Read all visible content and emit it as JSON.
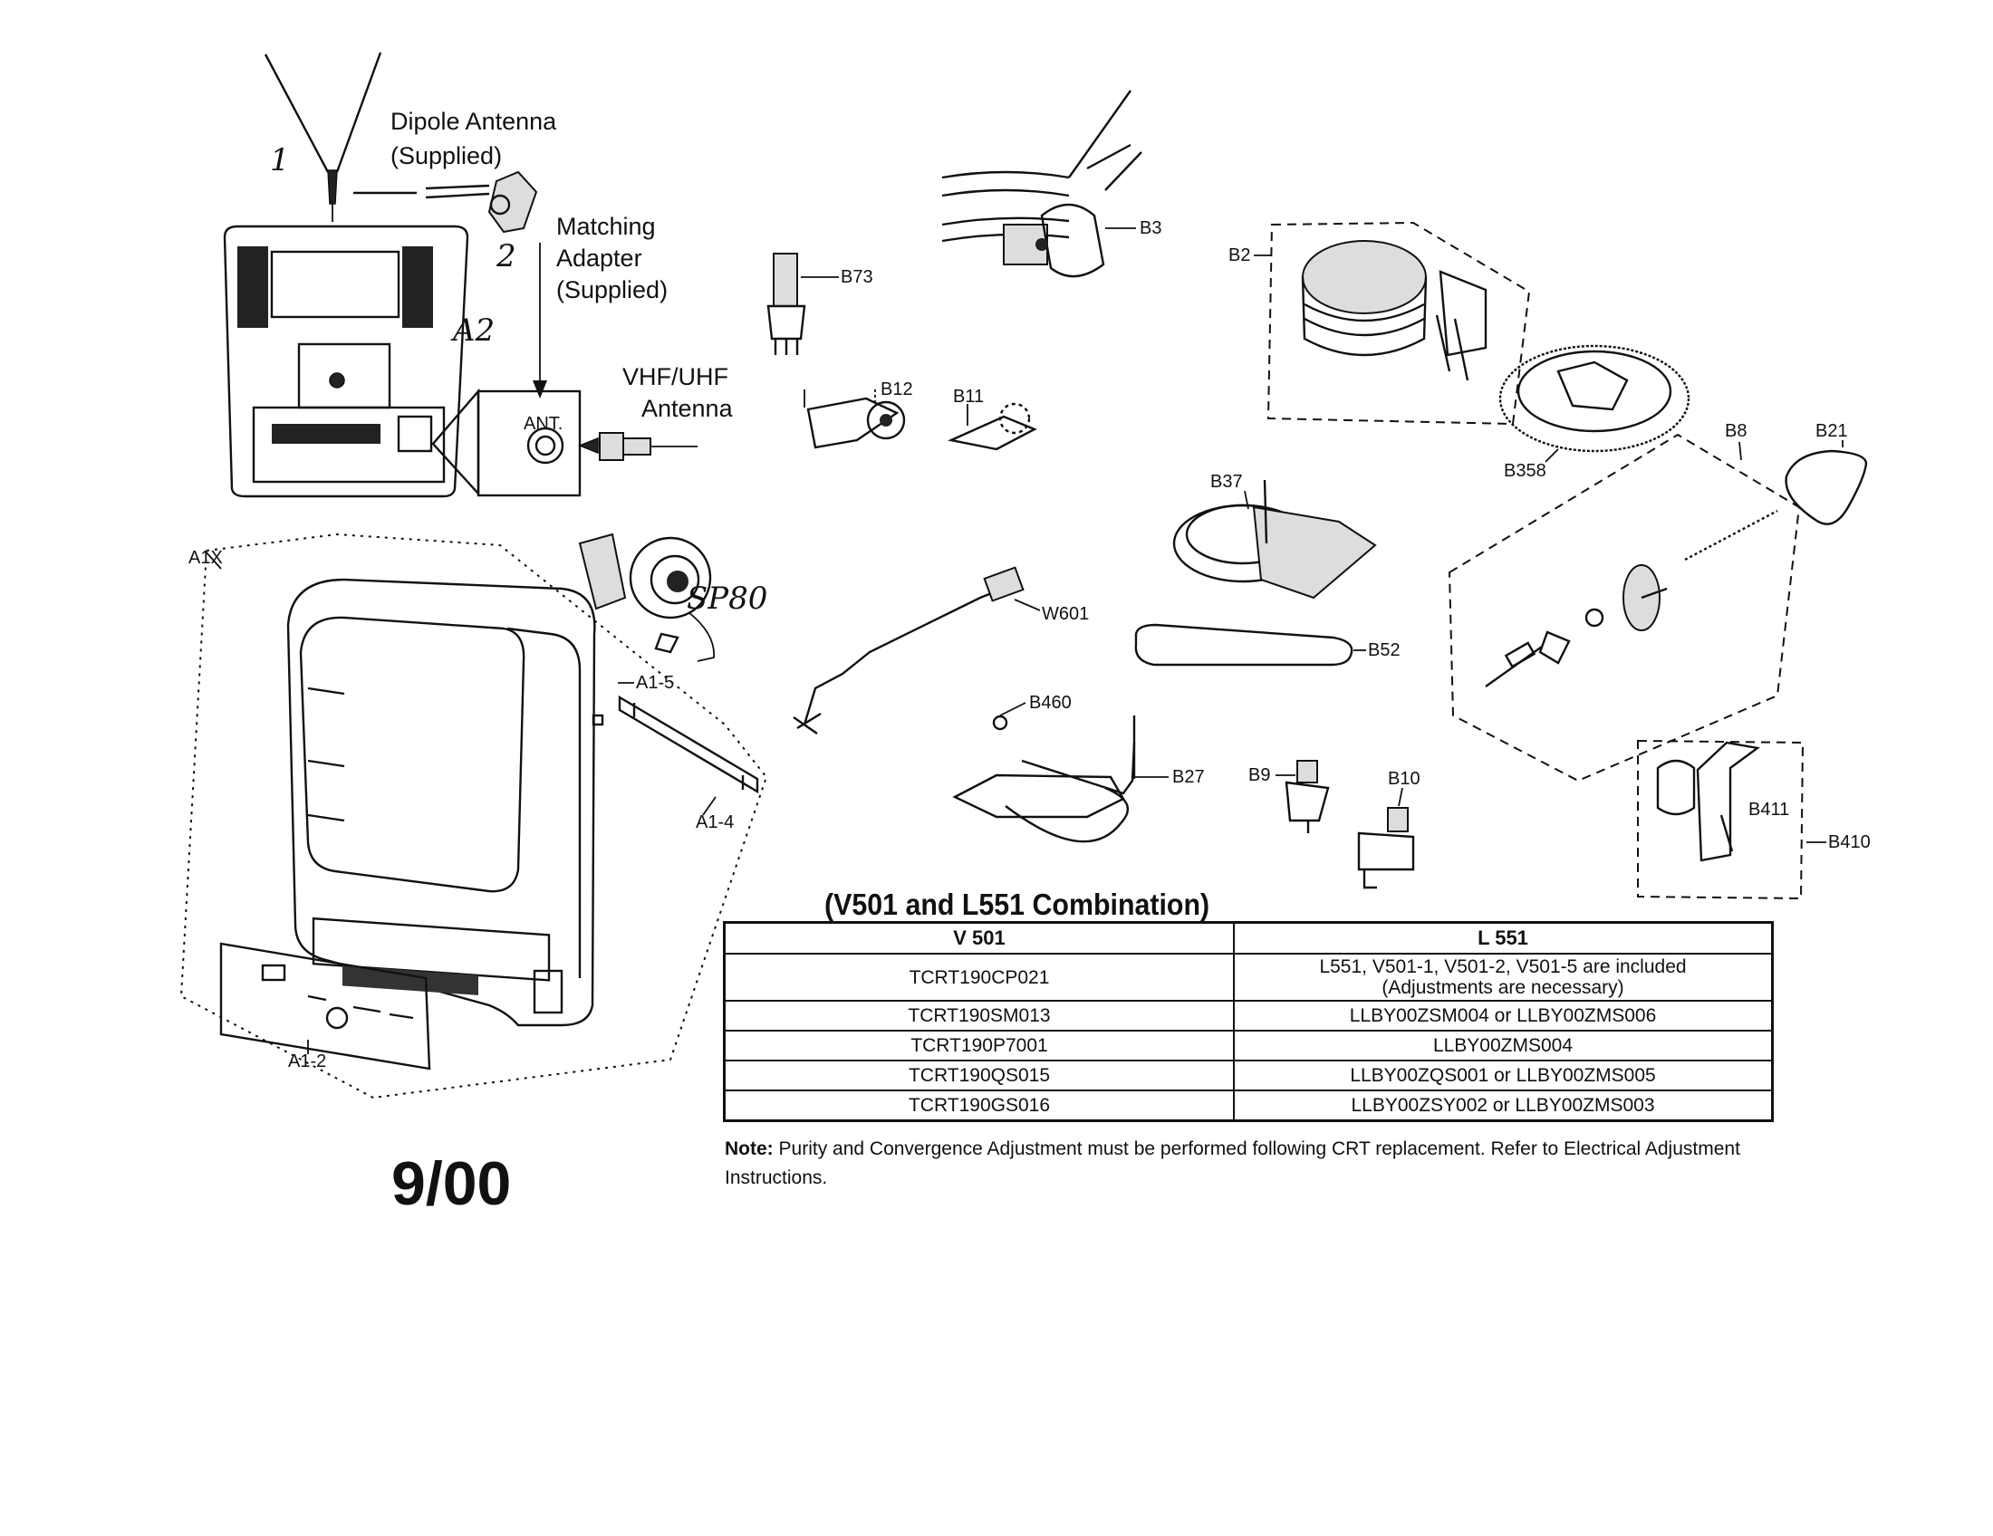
{
  "labels": {
    "dipole_antenna": "Dipole Antenna",
    "dipole_supplied": "(Supplied)",
    "matching": "Matching",
    "adapter": "Adapter",
    "adapter_supplied": "(Supplied)",
    "vhf_uhf": "VHF/UHF",
    "antenna": "Antenna",
    "ant": "ANT.",
    "num1": "1",
    "num2": "2",
    "a2": "A2",
    "a1x": "A1X",
    "sp80": "SP80",
    "a1_5": "A1-5",
    "a1_4": "A1-4",
    "a1_2": "A1-2",
    "b73": "B73",
    "b3": "B3",
    "b2": "B2",
    "b12": "B12",
    "b11": "B11",
    "b358": "B358",
    "b8": "B8",
    "b21": "B21",
    "b37": "B37",
    "w601": "W601",
    "b52": "B52",
    "b460": "B460",
    "b27": "B27",
    "b9": "B9",
    "b10": "B10",
    "b411": "B411",
    "b410": "B410"
  },
  "combination": {
    "title": "(V501 and L551 Combination)",
    "headers": [
      "V 501",
      "L 551"
    ],
    "rows": [
      {
        "v501": "TCRT190CP021",
        "l551_line1": "L551, V501-1, V501-2, V501-5 are included",
        "l551_line2": "(Adjustments are necessary)"
      },
      {
        "v501": "TCRT190SM013",
        "l551_line1": "LLBY00ZSM004 or LLBY00ZMS006"
      },
      {
        "v501": "TCRT190P7001",
        "l551_line1": "LLBY00ZMS004"
      },
      {
        "v501": "TCRT190QS015",
        "l551_line1": "LLBY00ZQS001 or LLBY00ZMS005"
      },
      {
        "v501": "TCRT190GS016",
        "l551_line1": "LLBY00ZSY002 or LLBY00ZMS003"
      }
    ]
  },
  "note": {
    "prefix": "Note:",
    "text": "Purity and Convergence Adjustment must be performed following CRT replacement. Refer to Electrical Adjustment Instructions."
  },
  "date_stamp": "9/00"
}
